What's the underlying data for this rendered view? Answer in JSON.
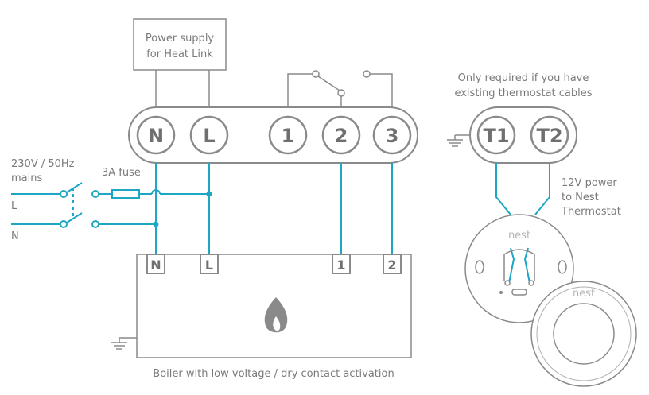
{
  "power_supply": {
    "line1": "Power supply",
    "line2": "for Heat Link"
  },
  "mains": {
    "line1": "230V / 50Hz",
    "line2": "mains",
    "live": "L",
    "neutral": "N"
  },
  "fuse": "3A fuse",
  "heat_link_terminals": [
    "N",
    "L",
    "1",
    "2",
    "3"
  ],
  "thermostat_note": {
    "line1": "Only required if you have",
    "line2": "existing thermostat cables"
  },
  "thermostat_terminals": [
    "T1",
    "T2"
  ],
  "power_note": {
    "line1": "12V power",
    "line2": "to Nest",
    "line3": "Thermostat"
  },
  "boiler_terminals": [
    "N",
    "L",
    "1",
    "2"
  ],
  "boiler_caption": "Boiler with low voltage / dry contact activation",
  "brand": {
    "base": "nest",
    "device": "nest"
  },
  "colors": {
    "wire_live": "#1ea7c4",
    "outline": "#8a8a8a",
    "text": "#7a7a7a"
  },
  "icons": {
    "flame": "flame-icon",
    "ground": "ground-icon",
    "switch": "relay-switch-icon",
    "fuse": "fuse-icon"
  }
}
